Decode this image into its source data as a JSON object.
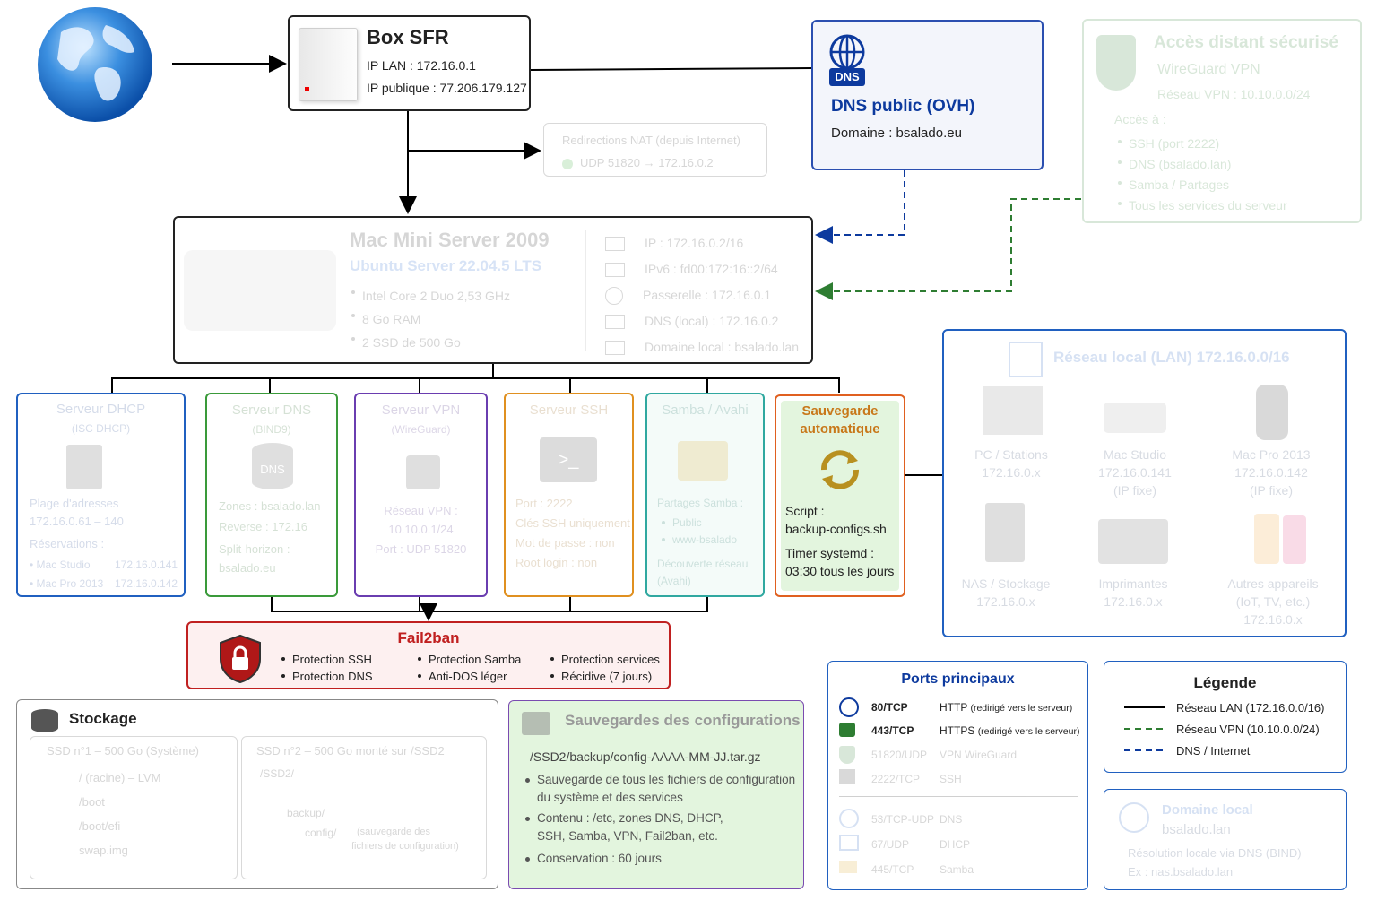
{
  "box_sfr": {
    "title": "Box SFR",
    "ip_lan": "IP LAN : 172.16.0.1",
    "ip_public": "IP publique : 77.206.179.127"
  },
  "nat": {
    "title": "Redirections NAT (depuis Internet)",
    "rule": "UDP 51820  →  172.16.0.2"
  },
  "dns_public": {
    "badge": "DNS",
    "title": "DNS public (OVH)",
    "domain": "Domaine : bsalado.eu"
  },
  "remote": {
    "title": "Accès distant sécurisé",
    "vpn": "WireGuard VPN",
    "net": "Réseau VPN : 10.10.0.0/24",
    "access": "Accès à :",
    "items": [
      "SSH (port 2222)",
      "DNS (bsalado.lan)",
      "Samba / Partages",
      "Tous les services du serveur"
    ]
  },
  "mac_mini": {
    "title": "Mac Mini Server 2009",
    "os": "Ubuntu Server 22.04.5 LTS",
    "specs": [
      "Intel Core 2 Duo 2,53 GHz",
      "8 Go RAM",
      "2 SSD de 500 Go"
    ],
    "net": [
      "IP : 172.16.0.2/16",
      "IPv6 : fd00:172:16::2/64",
      "Passerelle : 172.16.0.1",
      "DNS (local) : 172.16.0.2",
      "Domaine local : bsalado.lan"
    ]
  },
  "dhcp": {
    "title": "Serveur DHCP",
    "sub": "(ISC DHCP)",
    "range_label": "Plage d'adresses",
    "range": "172.16.0.61 – 140",
    "res_label": "Réservations :",
    "res": [
      {
        "name": "Mac Studio",
        "ip": "172.16.0.141"
      },
      {
        "name": "Mac Pro 2013",
        "ip": "172.16.0.142"
      }
    ]
  },
  "dns_srv": {
    "title": "Serveur DNS",
    "sub": "(BIND9)",
    "badge": "DNS",
    "zones": "Zones : bsalado.lan",
    "reverse": "Reverse : 172.16",
    "split": "Split-horizon :",
    "split_val": "bsalado.eu"
  },
  "vpn_srv": {
    "title": "Serveur VPN",
    "sub": "(WireGuard)",
    "net": "Réseau VPN :",
    "net_val": "10.10.0.1/24",
    "port": "Port : UDP 51820"
  },
  "ssh_srv": {
    "title": "Serveur SSH",
    "lines": [
      "Port : 2222",
      "Clés SSH uniquement",
      "Mot de passe : non",
      "Root login : non"
    ]
  },
  "samba": {
    "title": "Samba / Avahi",
    "shares": "Partages Samba :",
    "items": [
      "Public",
      "www-bsalado"
    ],
    "disc": "Découverte réseau",
    "disc2": "(Avahi)"
  },
  "backup": {
    "title1": "Sauvegarde",
    "title2": "automatique",
    "script": "Script :",
    "script_val": "backup-configs.sh",
    "timer": "Timer systemd :",
    "timer_val": "03:30 tous les jours"
  },
  "lan": {
    "title": "Réseau local (LAN) 172.16.0.0/16",
    "items": [
      {
        "name": "PC / Stations",
        "l1": "172.16.0.x",
        "l2": ""
      },
      {
        "name": "Mac Studio",
        "l1": "172.16.0.141",
        "l2": "(IP fixe)"
      },
      {
        "name": "Mac Pro 2013",
        "l1": "172.16.0.142",
        "l2": "(IP fixe)"
      },
      {
        "name": "NAS / Stockage",
        "l1": "172.16.0.x",
        "l2": ""
      },
      {
        "name": "Imprimantes",
        "l1": "172.16.0.x",
        "l2": ""
      },
      {
        "name": "Autres appareils",
        "l1": "(IoT, TV, etc.)",
        "l2": "172.16.0.x"
      }
    ]
  },
  "fail2ban": {
    "title": "Fail2ban",
    "items": [
      "Protection SSH",
      "Protection DNS",
      "Protection Samba",
      "Anti-DOS léger",
      "Protection services",
      "Récidive (7 jours)"
    ]
  },
  "storage": {
    "title": "Stockage",
    "ssd1": "SSD n°1 – 500 Go (Système)",
    "ssd1_items": [
      "/ (racine) – LVM",
      "/boot",
      "/boot/efi",
      "swap.img"
    ],
    "ssd2": "SSD n°2 – 500 Go monté sur /SSD2",
    "ssd2_root": "/SSD2/",
    "ssd2_backup": "backup/",
    "ssd2_config": "config/",
    "ssd2_note1": "(sauvegarde des",
    "ssd2_note2": "fichiers de configuration)"
  },
  "saves": {
    "title": "Sauvegardes des configurations",
    "path": "/SSD2/backup/config-AAAA-MM-JJ.tar.gz",
    "b1a": "Sauvegarde de tous les fichiers de configuration",
    "b1b": "du système et des services",
    "b2a": "Contenu : /etc, zones DNS, DHCP,",
    "b2b": "SSH, Samba, VPN, Fail2ban, etc.",
    "b3": "Conservation : 60 jours"
  },
  "ports": {
    "title": "Ports principaux",
    "rows": [
      {
        "port": "80/TCP",
        "desc": "HTTP",
        "note": "(redirigé vers le serveur)"
      },
      {
        "port": "443/TCP",
        "desc": "HTTPS",
        "note": "(redirigé vers le serveur)"
      },
      {
        "port": "51820/UDP",
        "desc": "VPN WireGuard",
        "note": ""
      },
      {
        "port": "2222/TCP",
        "desc": "SSH",
        "note": ""
      },
      {
        "port": "53/TCP-UDP",
        "desc": "DNS",
        "note": ""
      },
      {
        "port": "67/UDP",
        "desc": "DHCP",
        "note": ""
      },
      {
        "port": "445/TCP",
        "desc": "Samba",
        "note": ""
      }
    ]
  },
  "legend": {
    "title": "Légende",
    "lan": "Réseau LAN (172.16.0.0/16)",
    "vpn": "Réseau VPN (10.10.0.0/24)",
    "dns": "DNS / Internet"
  },
  "domain_local": {
    "title": "Domaine local",
    "name": "bsalado.lan",
    "desc": "Résolution locale via DNS (BIND)",
    "ex": "Ex : nas.bsalado.lan"
  },
  "colors": {
    "lan": "#000000",
    "vpn": "#2e7d32",
    "dns": "#0d3a9e",
    "dhcp": "#2060c0",
    "dns_srv": "#3a9a3a",
    "vpn_srv": "#6a3db0",
    "ssh": "#e09020",
    "samba": "#30a8a0",
    "backup": "#e06020",
    "fail2ban": "#c02020"
  }
}
